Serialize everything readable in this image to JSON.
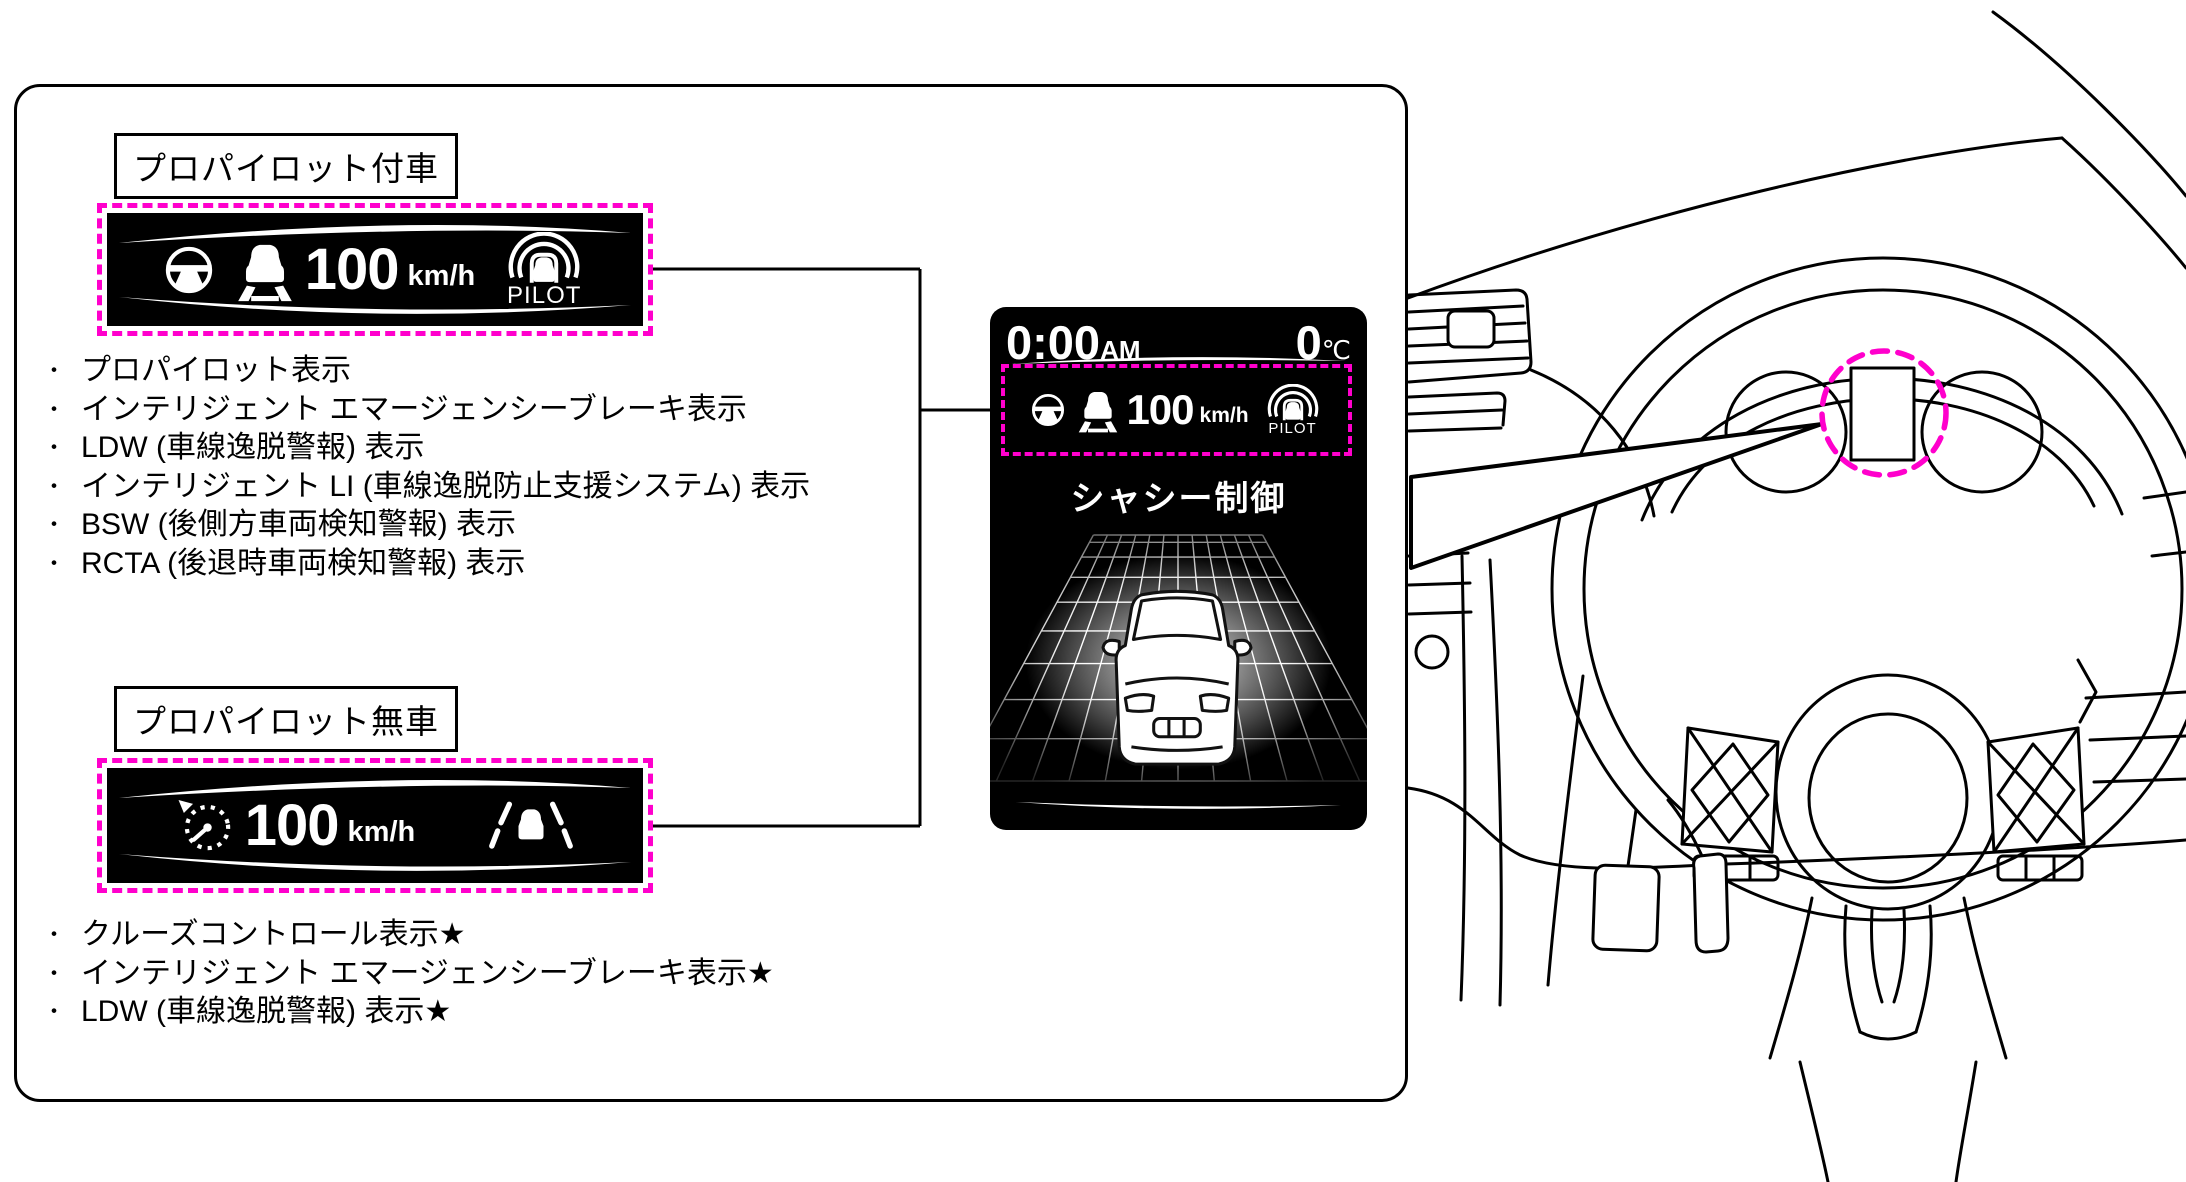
{
  "colors": {
    "highlight": "#FF00CC",
    "screen_bg": "#000000"
  },
  "labels": {
    "with_pilot": "プロパイロット付車",
    "without_pilot": "プロパイロット無車"
  },
  "strip_pilot": {
    "speed": "100",
    "unit": "km/h",
    "pilot_label": "PILOT"
  },
  "strip_no_pilot": {
    "speed": "100",
    "unit": "km/h"
  },
  "lists": {
    "bullet": "・",
    "pilot_items": [
      "プロパイロット表示",
      "インテリジェント エマージェンシーブレーキ表示",
      "LDW (車線逸脱警報) 表示",
      "インテリジェント LI (車線逸脱防止支援システム) 表示",
      "BSW (後側方車両検知警報) 表示",
      "RCTA (後退時車両検知警報) 表示"
    ],
    "no_pilot_items": [
      "クルーズコントロール表示★",
      "インテリジェント エマージェンシーブレーキ表示★",
      "LDW (車線逸脱警報) 表示★"
    ]
  },
  "display": {
    "clock": "0:00",
    "clock_period": "AM",
    "temperature": "0",
    "temperature_unit": "℃",
    "strip": {
      "speed": "100",
      "unit": "km/h",
      "pilot_label": "PILOT"
    },
    "title": "シャシー制御"
  },
  "icons": {
    "strip_pilot": [
      "steering-wheel-icon",
      "vehicle-ahead-icon",
      "propilot-icon"
    ],
    "strip_no_pilot": [
      "cruise-control-icon",
      "lane-departure-icon"
    ],
    "callout": [
      "highlight-circle",
      "callout-wedge"
    ]
  }
}
